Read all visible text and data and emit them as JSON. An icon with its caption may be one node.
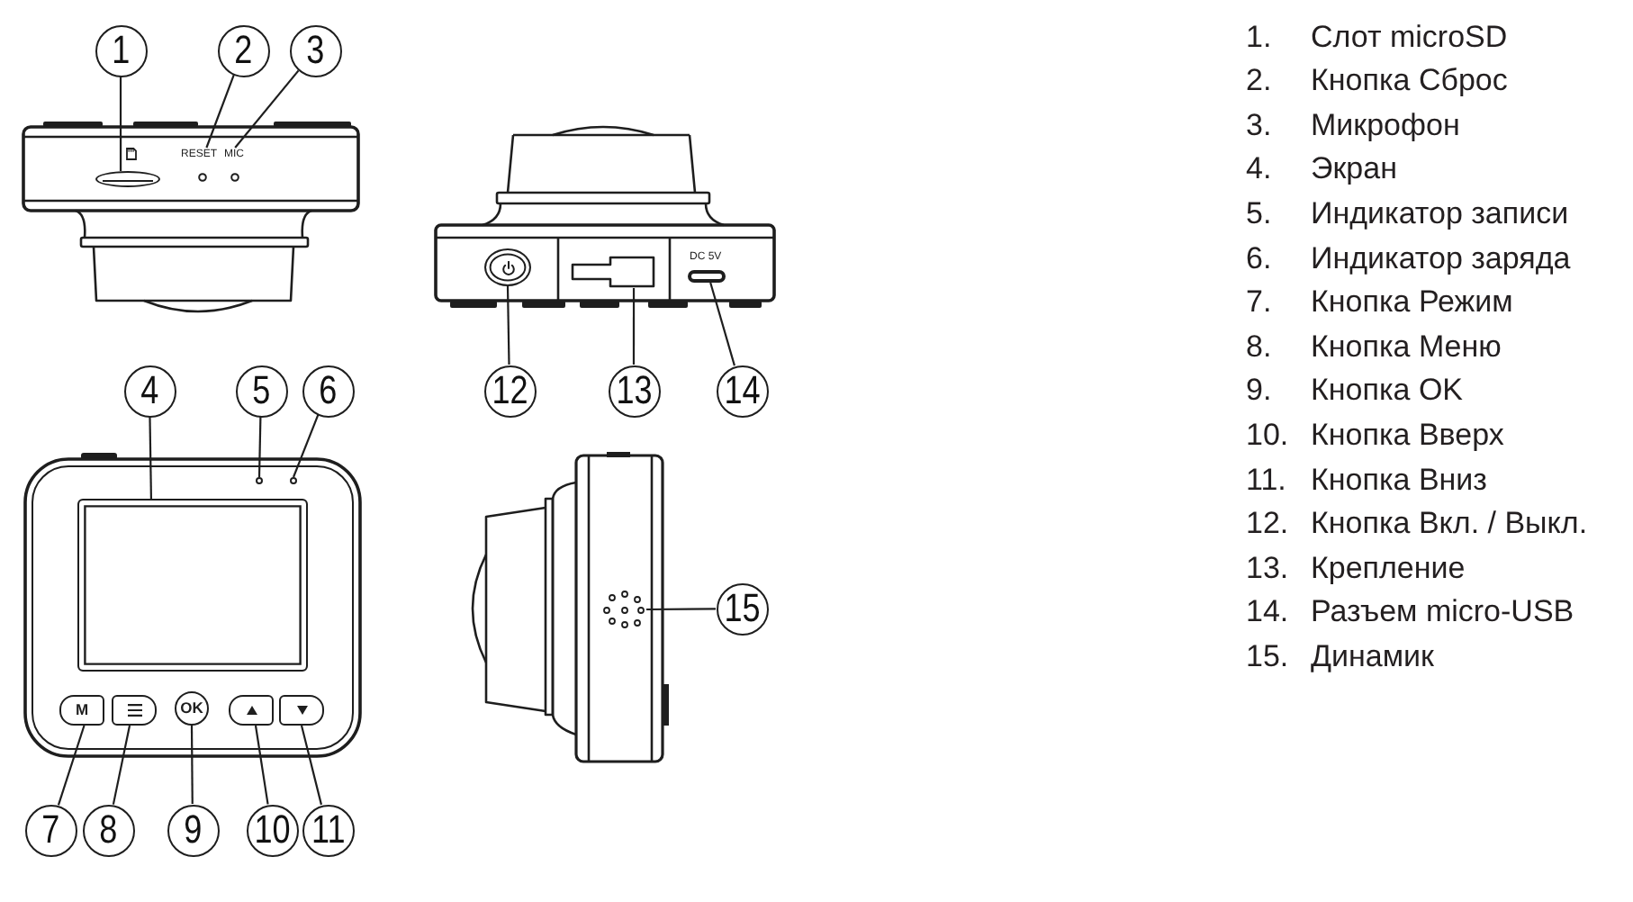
{
  "diagram": {
    "nodes": [
      {
        "text": [
          "1"
        ]
      },
      {
        "text": [
          "2"
        ]
      },
      {
        "text": [
          "3"
        ]
      },
      {
        "text": [
          "4"
        ]
      },
      {
        "text": [
          "5"
        ]
      },
      {
        "text": [
          "6"
        ]
      },
      {
        "text": [
          "7"
        ]
      },
      {
        "text": [
          "8"
        ]
      },
      {
        "text": [
          "9"
        ]
      },
      {
        "text": [
          "10"
        ]
      },
      {
        "text": [
          "11"
        ]
      },
      {
        "text": [
          "12"
        ]
      },
      {
        "text": [
          "13"
        ]
      },
      {
        "text": [
          "14"
        ]
      },
      {
        "text": [
          "15"
        ]
      },
      {
        "text": [],
        "shape": "picture"
      },
      {
        "text": [],
        "shape": "bar",
        "in": 15
      },
      {
        "text": [
          "RESET"
        ],
        "in": 15
      },
      {
        "text": [
          "MIC"
        ],
        "in": 15
      },
      {
        "text": [],
        "shape": "picture"
      },
      {
        "text": [],
        "shape": "box",
        "in": 19
      },
      {
        "text": [],
        "shape": "circle",
        "in": 19
      },
      {
        "text": [],
        "shape": "circle",
        "in": 19
      },
      {
        "text": [
          "M"
        ],
        "in": 19
      },
      {
        "text": [],
        "shape": "box",
        "in": 19
      },
      {
        "text": [
          "OK"
        ],
        "in": 19
      },
      {
        "text": [],
        "shape": "box",
        "in": 19
      },
      {
        "text": [],
        "shape": "box",
        "in": 19
      },
      {
        "text": [],
        "shape": "picture"
      },
      {
        "text": [],
        "shape": "circle",
        "in": 28
      },
      {
        "text": [],
        "shape": "picture",
        "in": 28
      },
      {
        "text": [],
        "shape": "bar",
        "in": 28,
        "beside": [
          "DC 5V"
        ]
      },
      {
        "text": [],
        "shape": "picture"
      },
      {
        "text": [],
        "shape": "picture",
        "in": 32
      }
    ],
    "edges": [
      {
        "from": 0,
        "to": 16,
        "arrow": "none"
      },
      {
        "from": 1,
        "to": 17,
        "arrow": "none"
      },
      {
        "from": 2,
        "to": 18,
        "arrow": "none"
      },
      {
        "from": 3,
        "to": 20,
        "arrow": "none"
      },
      {
        "from": 4,
        "to": 21,
        "arrow": "none"
      },
      {
        "from": 5,
        "to": 22,
        "arrow": "none"
      },
      {
        "from": 6,
        "to": 23,
        "arrow": "none"
      },
      {
        "from": 7,
        "to": 24,
        "arrow": "none"
      },
      {
        "from": 8,
        "to": 25,
        "arrow": "none"
      },
      {
        "from": 9,
        "to": 26,
        "arrow": "none"
      },
      {
        "from": 10,
        "to": 27,
        "arrow": "none"
      },
      {
        "from": 11,
        "to": 29,
        "arrow": "none"
      },
      {
        "from": 12,
        "to": 30,
        "arrow": "none"
      },
      {
        "from": 13,
        "to": 31,
        "arrow": "none"
      },
      {
        "from": 14,
        "to": 33,
        "arrow": "none"
      }
    ],
    "labels": [
      "1.",
      "Слот microSD",
      "2.",
      "Кнопка Сброс",
      "3.",
      "Микрофон",
      "4.",
      "Экран",
      "5.",
      "Индикатор записи",
      "6.",
      "Индикатор заряда",
      "7.",
      "Кнопка Режим",
      "8.",
      "Кнопка Меню",
      "9.",
      "Кнопка OK",
      "10.",
      "Кнопка Вверх",
      "11.",
      "Кнопка Вниз",
      "12.",
      "Кнопка Вкл. / Выкл.",
      "13.",
      "Крепление",
      "14.",
      "Разъем micro-USB",
      "15.",
      "Динамик"
    ]
  }
}
